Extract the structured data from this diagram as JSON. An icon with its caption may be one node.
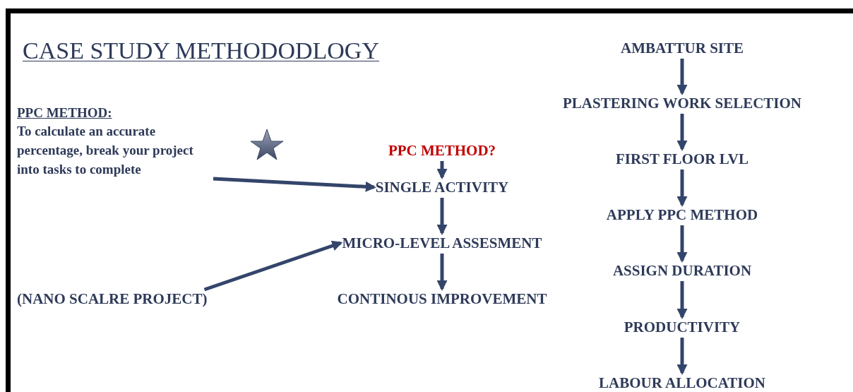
{
  "diagram": {
    "title": "CASE STUDY METHODODLOGY",
    "nodes": [
      {
        "text": [
          "PPC METHOD:",
          "To calculate an accurate percentage, break your project into tasks to complete"
        ]
      },
      {
        "text": [
          "(NANO SCALRE PROJECT)"
        ]
      },
      {
        "text": [
          "PPC METHOD?"
        ]
      },
      {
        "text": [
          "SINGLE ACTIVITY"
        ]
      },
      {
        "text": [
          "MICRO-LEVEL ASSESMENT"
        ]
      },
      {
        "text": [
          "CONTINOUS IMPROVEMENT"
        ]
      },
      {
        "text": [
          "AMBATTUR SITE"
        ]
      },
      {
        "text": [
          "PLASTERING WORK SELECTION"
        ]
      },
      {
        "text": [
          "FIRST FLOOR LVL"
        ]
      },
      {
        "text": [
          "APPLY PPC METHOD"
        ]
      },
      {
        "text": [
          "ASSIGN DURATION"
        ]
      },
      {
        "text": [
          "PRODUCTIVITY"
        ]
      },
      {
        "text": [
          "LABOUR ALLOCATION"
        ]
      }
    ],
    "edges": [
      {
        "from": 0,
        "to": 3,
        "arrow": "to"
      },
      {
        "from": 1,
        "to": 4,
        "arrow": "to"
      },
      {
        "from": 2,
        "to": 3,
        "arrow": "to"
      },
      {
        "from": 3,
        "to": 4,
        "arrow": "to"
      },
      {
        "from": 4,
        "to": 5,
        "arrow": "to"
      },
      {
        "from": 6,
        "to": 7,
        "arrow": "to"
      },
      {
        "from": 7,
        "to": 8,
        "arrow": "to"
      },
      {
        "from": 8,
        "to": 9,
        "arrow": "to"
      },
      {
        "from": 9,
        "to": 10,
        "arrow": "to"
      },
      {
        "from": 10,
        "to": 11,
        "arrow": "to"
      },
      {
        "from": 11,
        "to": 12,
        "arrow": "to"
      }
    ]
  }
}
